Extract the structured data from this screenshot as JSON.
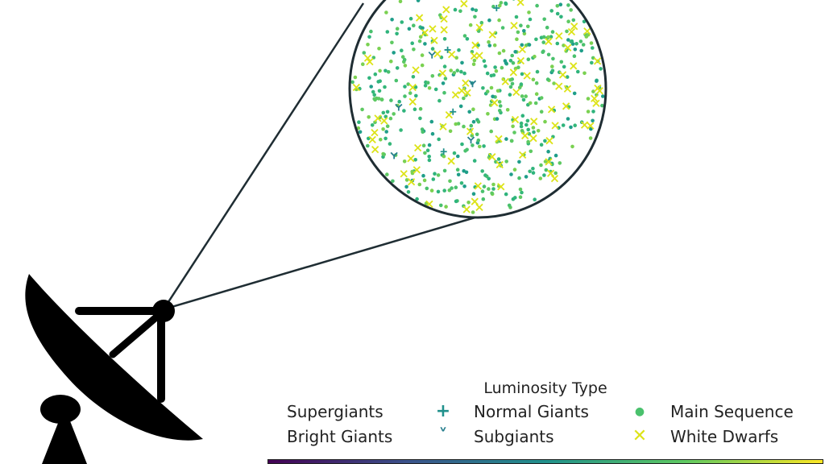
{
  "colors": {
    "outline": "#1f2d33",
    "dish": "#000000",
    "supergiants": "#46327e",
    "bright_giants": "#365c8d",
    "normal_giants": "#21918c",
    "subgiants": "#277f8e",
    "main_sequence": "#4ac16d",
    "white_dwarfs": "#dde318",
    "colormap": [
      "#440154",
      "#3b528b",
      "#21918c",
      "#5ec962",
      "#fde725"
    ]
  },
  "icons": {
    "telescope": "radio-telescope-dish-icon"
  },
  "chart_data": {
    "type": "scatter",
    "legend": {
      "title": "Luminosity Type",
      "placement": "bottom-right",
      "entries": [
        {
          "label": "Supergiants",
          "marker": "none"
        },
        {
          "label": "Bright Giants",
          "marker": "none"
        },
        {
          "label": "Normal Giants",
          "marker": "plus"
        },
        {
          "label": "Subgiants",
          "marker": "tri-down"
        },
        {
          "label": "Main Sequence",
          "marker": "circle"
        },
        {
          "label": "White Dwarfs",
          "marker": "x"
        }
      ]
    },
    "series_counts": {
      "Normal Giants": 4,
      "Subgiants": 5,
      "Main Sequence": 540,
      "White Dwarfs": 95
    },
    "axes_visible": false,
    "grid": false,
    "colorbar": {
      "colormap": "viridis",
      "orientation": "horizontal"
    }
  }
}
